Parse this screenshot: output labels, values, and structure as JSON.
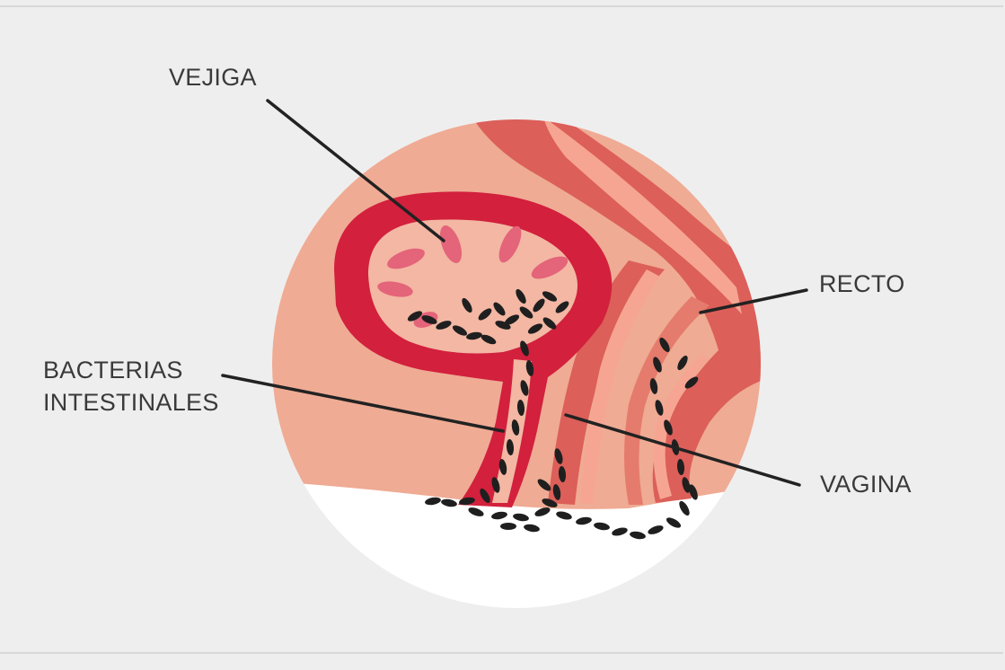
{
  "labels": {
    "vejiga": "VEJIGA",
    "recto": "RECTO",
    "bacterias_line1": "BACTERIAS",
    "bacterias_line2": "INTESTINALES",
    "vagina": "VAGINA"
  },
  "colors": {
    "background": "#eeeeee",
    "skin": "#efab94",
    "bladder": "#d2203d",
    "bladder_inner": "#f3b7a3",
    "bladder_folds": "#e4647a",
    "rectum_dark": "#dc5f59",
    "rectum_light": "#f6a592",
    "bacteria": "#1f1f1f",
    "leader_line": "#222222"
  }
}
